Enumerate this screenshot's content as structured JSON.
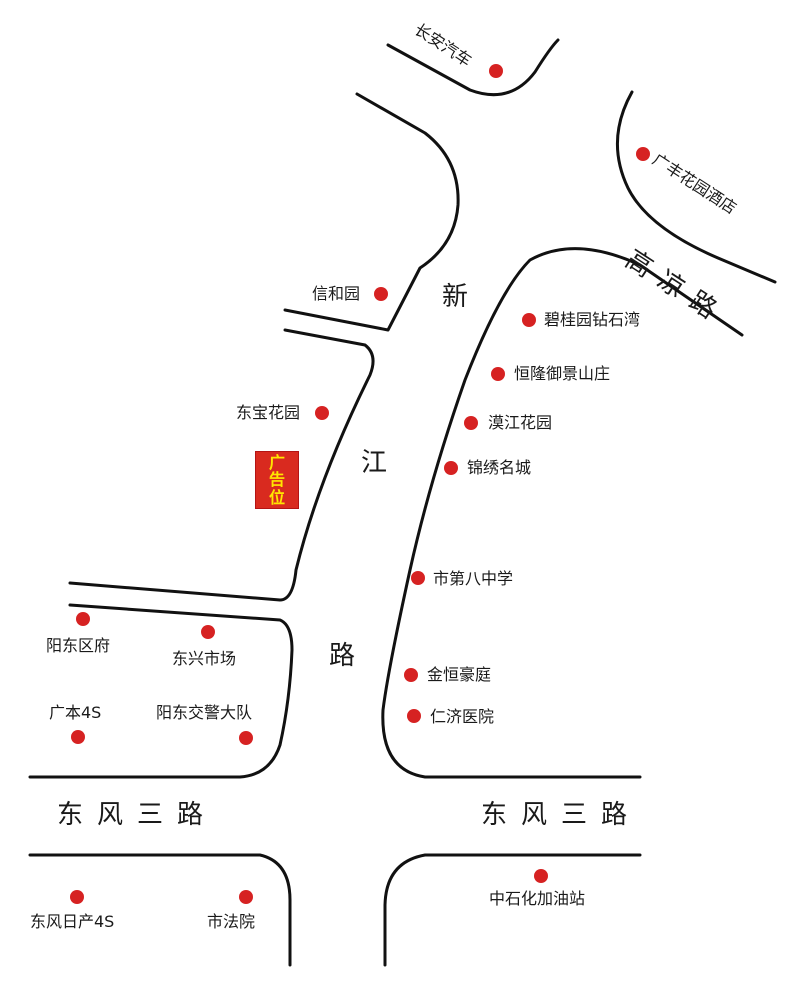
{
  "colors": {
    "poi_dot": "#d62222",
    "ad_bg": "#d92a1f",
    "ad_text": "#ffe600",
    "road_line": "#111111"
  },
  "map": {
    "pois": [
      {
        "id": "changan",
        "label": "长安汽车"
      },
      {
        "id": "guangfeng",
        "label": "广丰花园酒店"
      },
      {
        "id": "xinheyuan",
        "label": "信和园"
      },
      {
        "id": "biguiyuan",
        "label": "碧桂园钻石湾"
      },
      {
        "id": "henglong",
        "label": "恒隆御景山庄"
      },
      {
        "id": "dongbao",
        "label": "东宝花园"
      },
      {
        "id": "hanjiang",
        "label": "漠江花园"
      },
      {
        "id": "jinxiu",
        "label": "锦绣名城"
      },
      {
        "id": "dibazhong",
        "label": "市第八中学"
      },
      {
        "id": "yangdongqufu",
        "label": "阳东区府"
      },
      {
        "id": "dongxing",
        "label": "东兴市场"
      },
      {
        "id": "jinheng",
        "label": "金恒豪庭"
      },
      {
        "id": "guangben",
        "label": "广本4S"
      },
      {
        "id": "jiaojing",
        "label": "阳东交警大队"
      },
      {
        "id": "renji",
        "label": "仁济医院"
      },
      {
        "id": "zhongshihua",
        "label": "中石化加油站"
      },
      {
        "id": "dongfengrichan",
        "label": "东风日产4S"
      },
      {
        "id": "fayuan",
        "label": "市法院"
      }
    ],
    "roads": {
      "xinjiang_road": [
        "新",
        "江",
        "路"
      ],
      "gaoliang_road": "高凉路",
      "dongfeng_left": "东风三路",
      "dongfeng_right": "东风三路"
    },
    "ad_label": "广告位"
  }
}
